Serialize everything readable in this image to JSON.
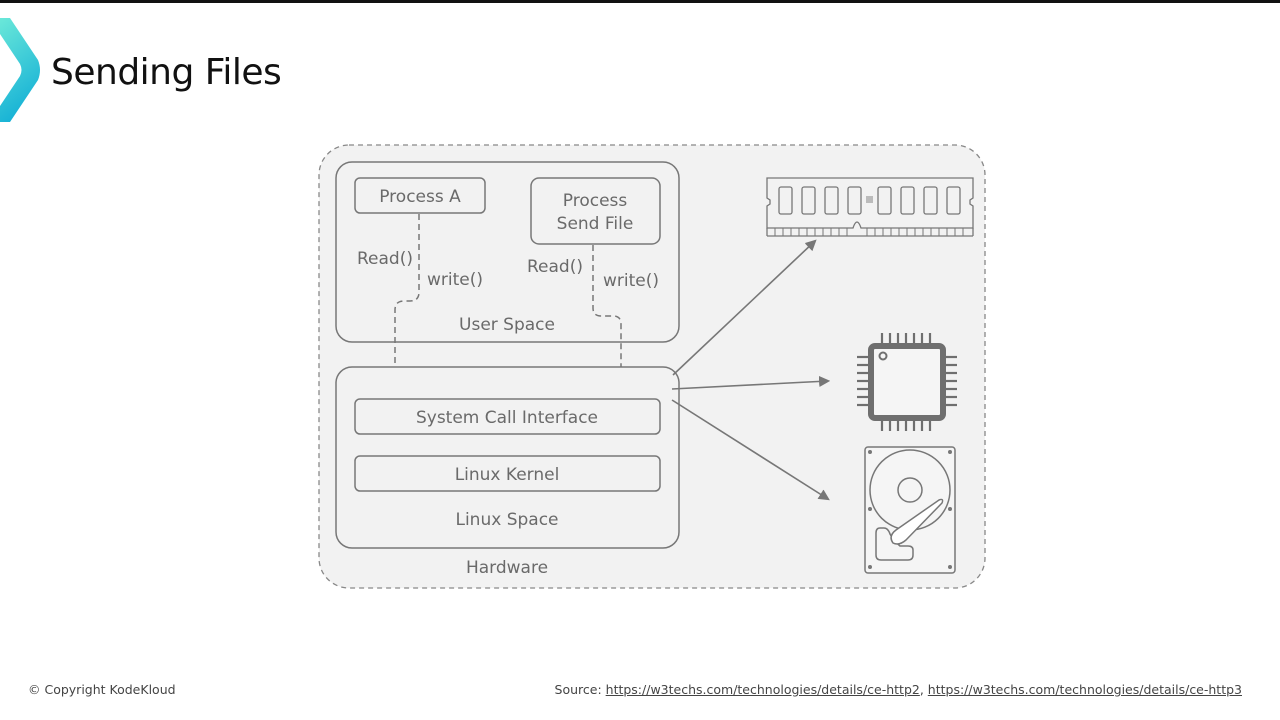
{
  "slide": {
    "title": "Sending Files",
    "accent_color_start": "#5ee3d8",
    "accent_color_end": "#1fb8d6"
  },
  "diagram": {
    "outer_label": "Hardware",
    "user_space": {
      "label": "User Space",
      "process_a": {
        "label": "Process A",
        "read_label": "Read()",
        "write_label": "write()"
      },
      "process_send_file": {
        "label_line1": "Process",
        "label_line2": "Send File",
        "read_label": "Read()",
        "write_label": "write()"
      }
    },
    "linux_space": {
      "label": "Linux Space",
      "system_call_interface": "System Call Interface",
      "linux_kernel": "Linux Kernel"
    },
    "hardware_icons": [
      "ram-module-icon",
      "cpu-chip-icon",
      "hard-disk-icon"
    ]
  },
  "footer": {
    "copyright": "© Copyright KodeKloud",
    "source_prefix": "Source: ",
    "source_link_1": "https://w3techs.com/technologies/details/ce-http2",
    "separator": ", ",
    "source_link_2": "https://w3techs.com/technologies/details/ce-http3"
  }
}
